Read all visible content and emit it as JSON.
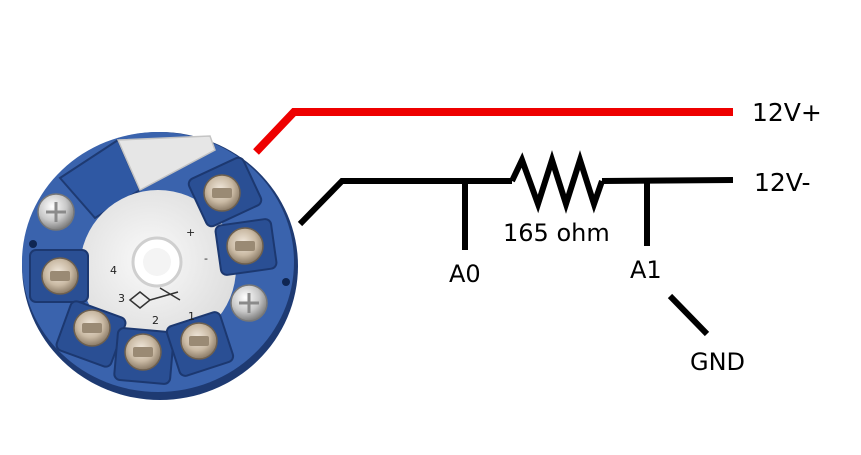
{
  "labels": {
    "v_pos": "12V+",
    "v_neg": "12V-",
    "resistor": "165 ohm",
    "probe_a0": "A0",
    "probe_a1": "A1",
    "ground": "GND"
  },
  "device": {
    "terminal_labels": [
      "+",
      "-",
      "1",
      "2",
      "3",
      "4"
    ]
  },
  "colors": {
    "positive_wire": "#ee0000",
    "negative_wire": "#000000",
    "housing": "#3a63ad",
    "housing_dark": "#23417c",
    "screw": "#c9b9a3",
    "face": "#f2f2f2"
  }
}
